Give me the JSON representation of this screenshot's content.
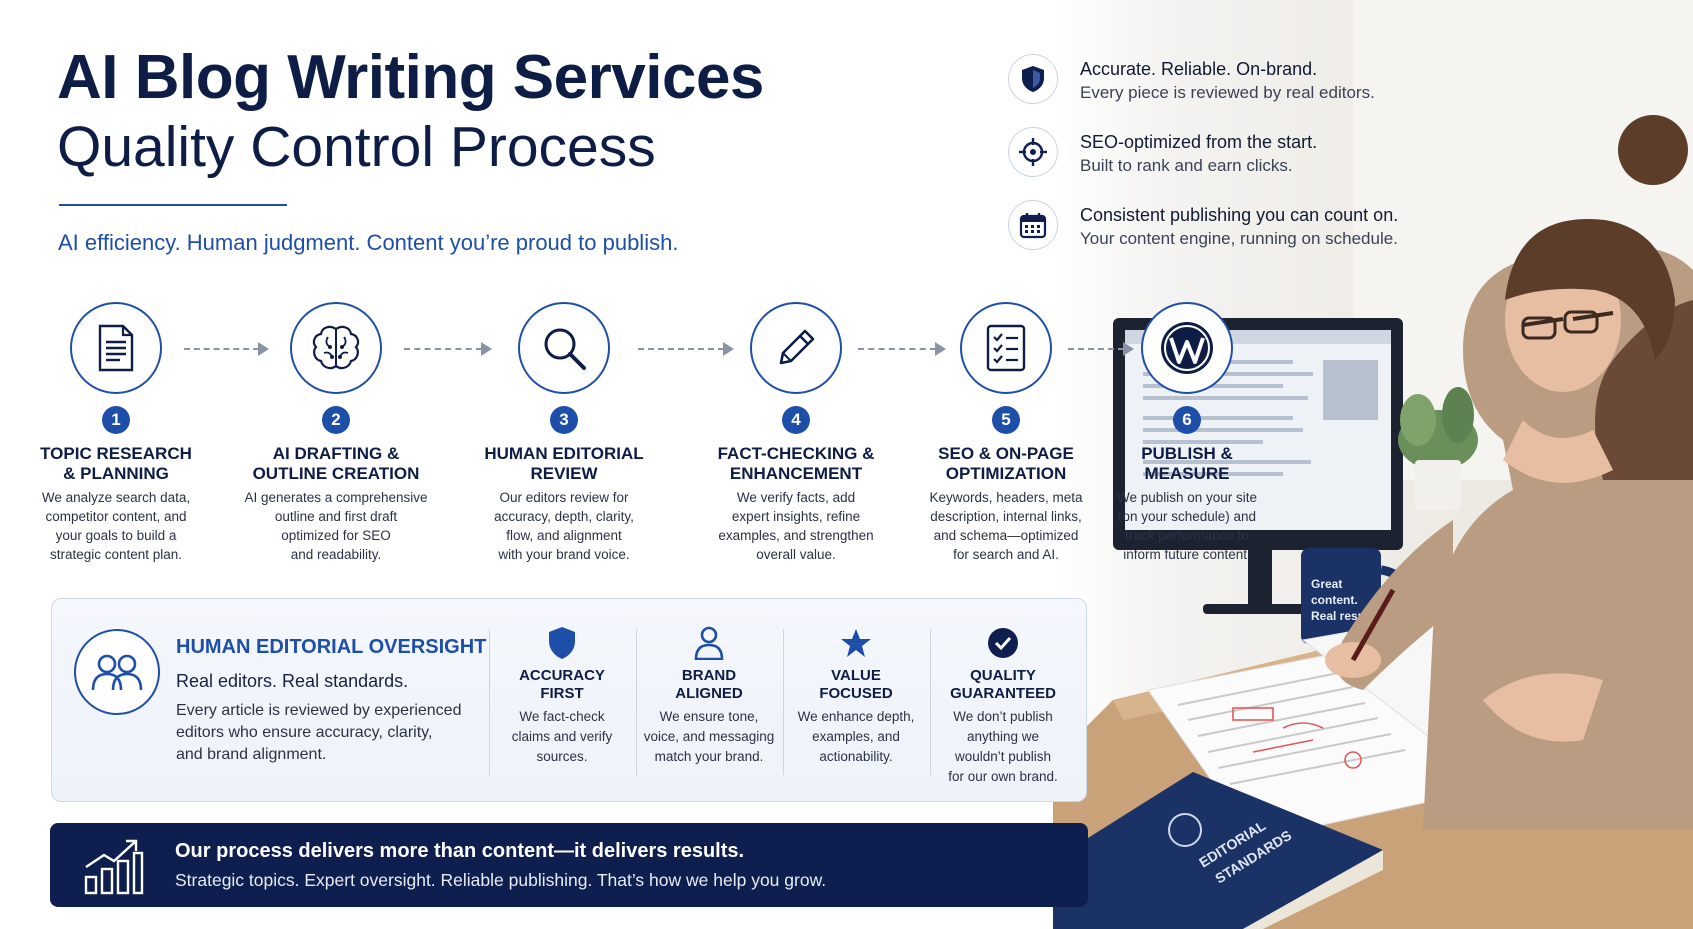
{
  "header": {
    "title": "AI Blog Writing Services",
    "subtitle": "Quality Control Process",
    "tagline": "AI efficiency. Human judgment. Content you’re proud to publish."
  },
  "features": [
    {
      "icon": "shield-icon",
      "title": "Accurate. Reliable. On-brand.",
      "subtitle": "Every piece is reviewed by real editors."
    },
    {
      "icon": "target-icon",
      "title": "SEO-optimized from the start.",
      "subtitle": "Built to rank and earn clicks."
    },
    {
      "icon": "calendar-icon",
      "title": "Consistent publishing you can count on.",
      "subtitle": "Your content engine, running on schedule."
    }
  ],
  "steps": [
    {
      "number": "1",
      "icon": "document-icon",
      "title_1": "TOPIC RESEARCH",
      "title_2": "& PLANNING",
      "desc": [
        "We analyze search data,",
        "competitor content, and",
        "your goals to build a",
        "strategic content plan."
      ]
    },
    {
      "number": "2",
      "icon": "brain-icon",
      "title_1": "AI DRAFTING &",
      "title_2": "OUTLINE CREATION",
      "desc": [
        "AI generates a comprehensive",
        "outline and first draft",
        "optimized for SEO",
        "and readability."
      ]
    },
    {
      "number": "3",
      "icon": "magnifier-icon",
      "title_1": "HUMAN EDITORIAL",
      "title_2": "REVIEW",
      "desc": [
        "Our editors review for",
        "accuracy, depth, clarity,",
        "flow, and alignment",
        "with your brand voice."
      ]
    },
    {
      "number": "4",
      "icon": "pencil-icon",
      "title_1": "FACT-CHECKING &",
      "title_2": "ENHANCEMENT",
      "desc": [
        "We verify facts, add",
        "expert insights, refine",
        "examples, and strengthen",
        "overall value."
      ]
    },
    {
      "number": "5",
      "icon": "checklist-icon",
      "title_1": "SEO & ON-PAGE",
      "title_2": "OPTIMIZATION",
      "desc": [
        "Keywords, headers, meta",
        "description, internal links,",
        "and schema—optimized",
        "for search and AI."
      ]
    },
    {
      "number": "6",
      "icon": "wordpress-icon",
      "title_1": "PUBLISH &",
      "title_2": "MEASURE",
      "desc": [
        "We publish on your site",
        "(on your schedule) and",
        "track performance to",
        "inform future content."
      ]
    }
  ],
  "oversight": {
    "title": "HUMAN EDITORIAL OVERSIGHT",
    "lead": "Real editors. Real standards.",
    "body_lines": [
      "Every article is reviewed by experienced",
      "editors who ensure accuracy, clarity,",
      "and brand alignment."
    ],
    "pillars": [
      {
        "icon": "shield-icon",
        "title_1": "ACCURACY",
        "title_2": "FIRST",
        "desc": [
          "We fact-check",
          "claims and verify",
          "sources."
        ]
      },
      {
        "icon": "person-icon",
        "title_1": "BRAND",
        "title_2": "ALIGNED",
        "desc": [
          "We ensure tone,",
          "voice, and messaging",
          "match your brand."
        ]
      },
      {
        "icon": "star-icon",
        "title_1": "VALUE",
        "title_2": "FOCUSED",
        "desc": [
          "We enhance depth,",
          "examples, and",
          "actionability."
        ]
      },
      {
        "icon": "check-circle-icon",
        "title_1": "QUALITY",
        "title_2": "GUARANTEED",
        "desc": [
          "We don’t publish",
          "anything we",
          "wouldn’t publish",
          "for our own brand."
        ]
      }
    ]
  },
  "banner": {
    "title": "Our process delivers more than content—it delivers results.",
    "subtitle": "Strategic topics. Expert oversight. Reliable publishing. That’s how we help you grow."
  },
  "photo": {
    "mug_text": [
      "Great",
      "content.",
      "Real results."
    ],
    "book_text": [
      "EDITORIAL",
      "STANDARDS"
    ]
  },
  "colors": {
    "navy": "#0e1d45",
    "accent": "#1e4fa8",
    "banner": "#0e1f4f"
  }
}
